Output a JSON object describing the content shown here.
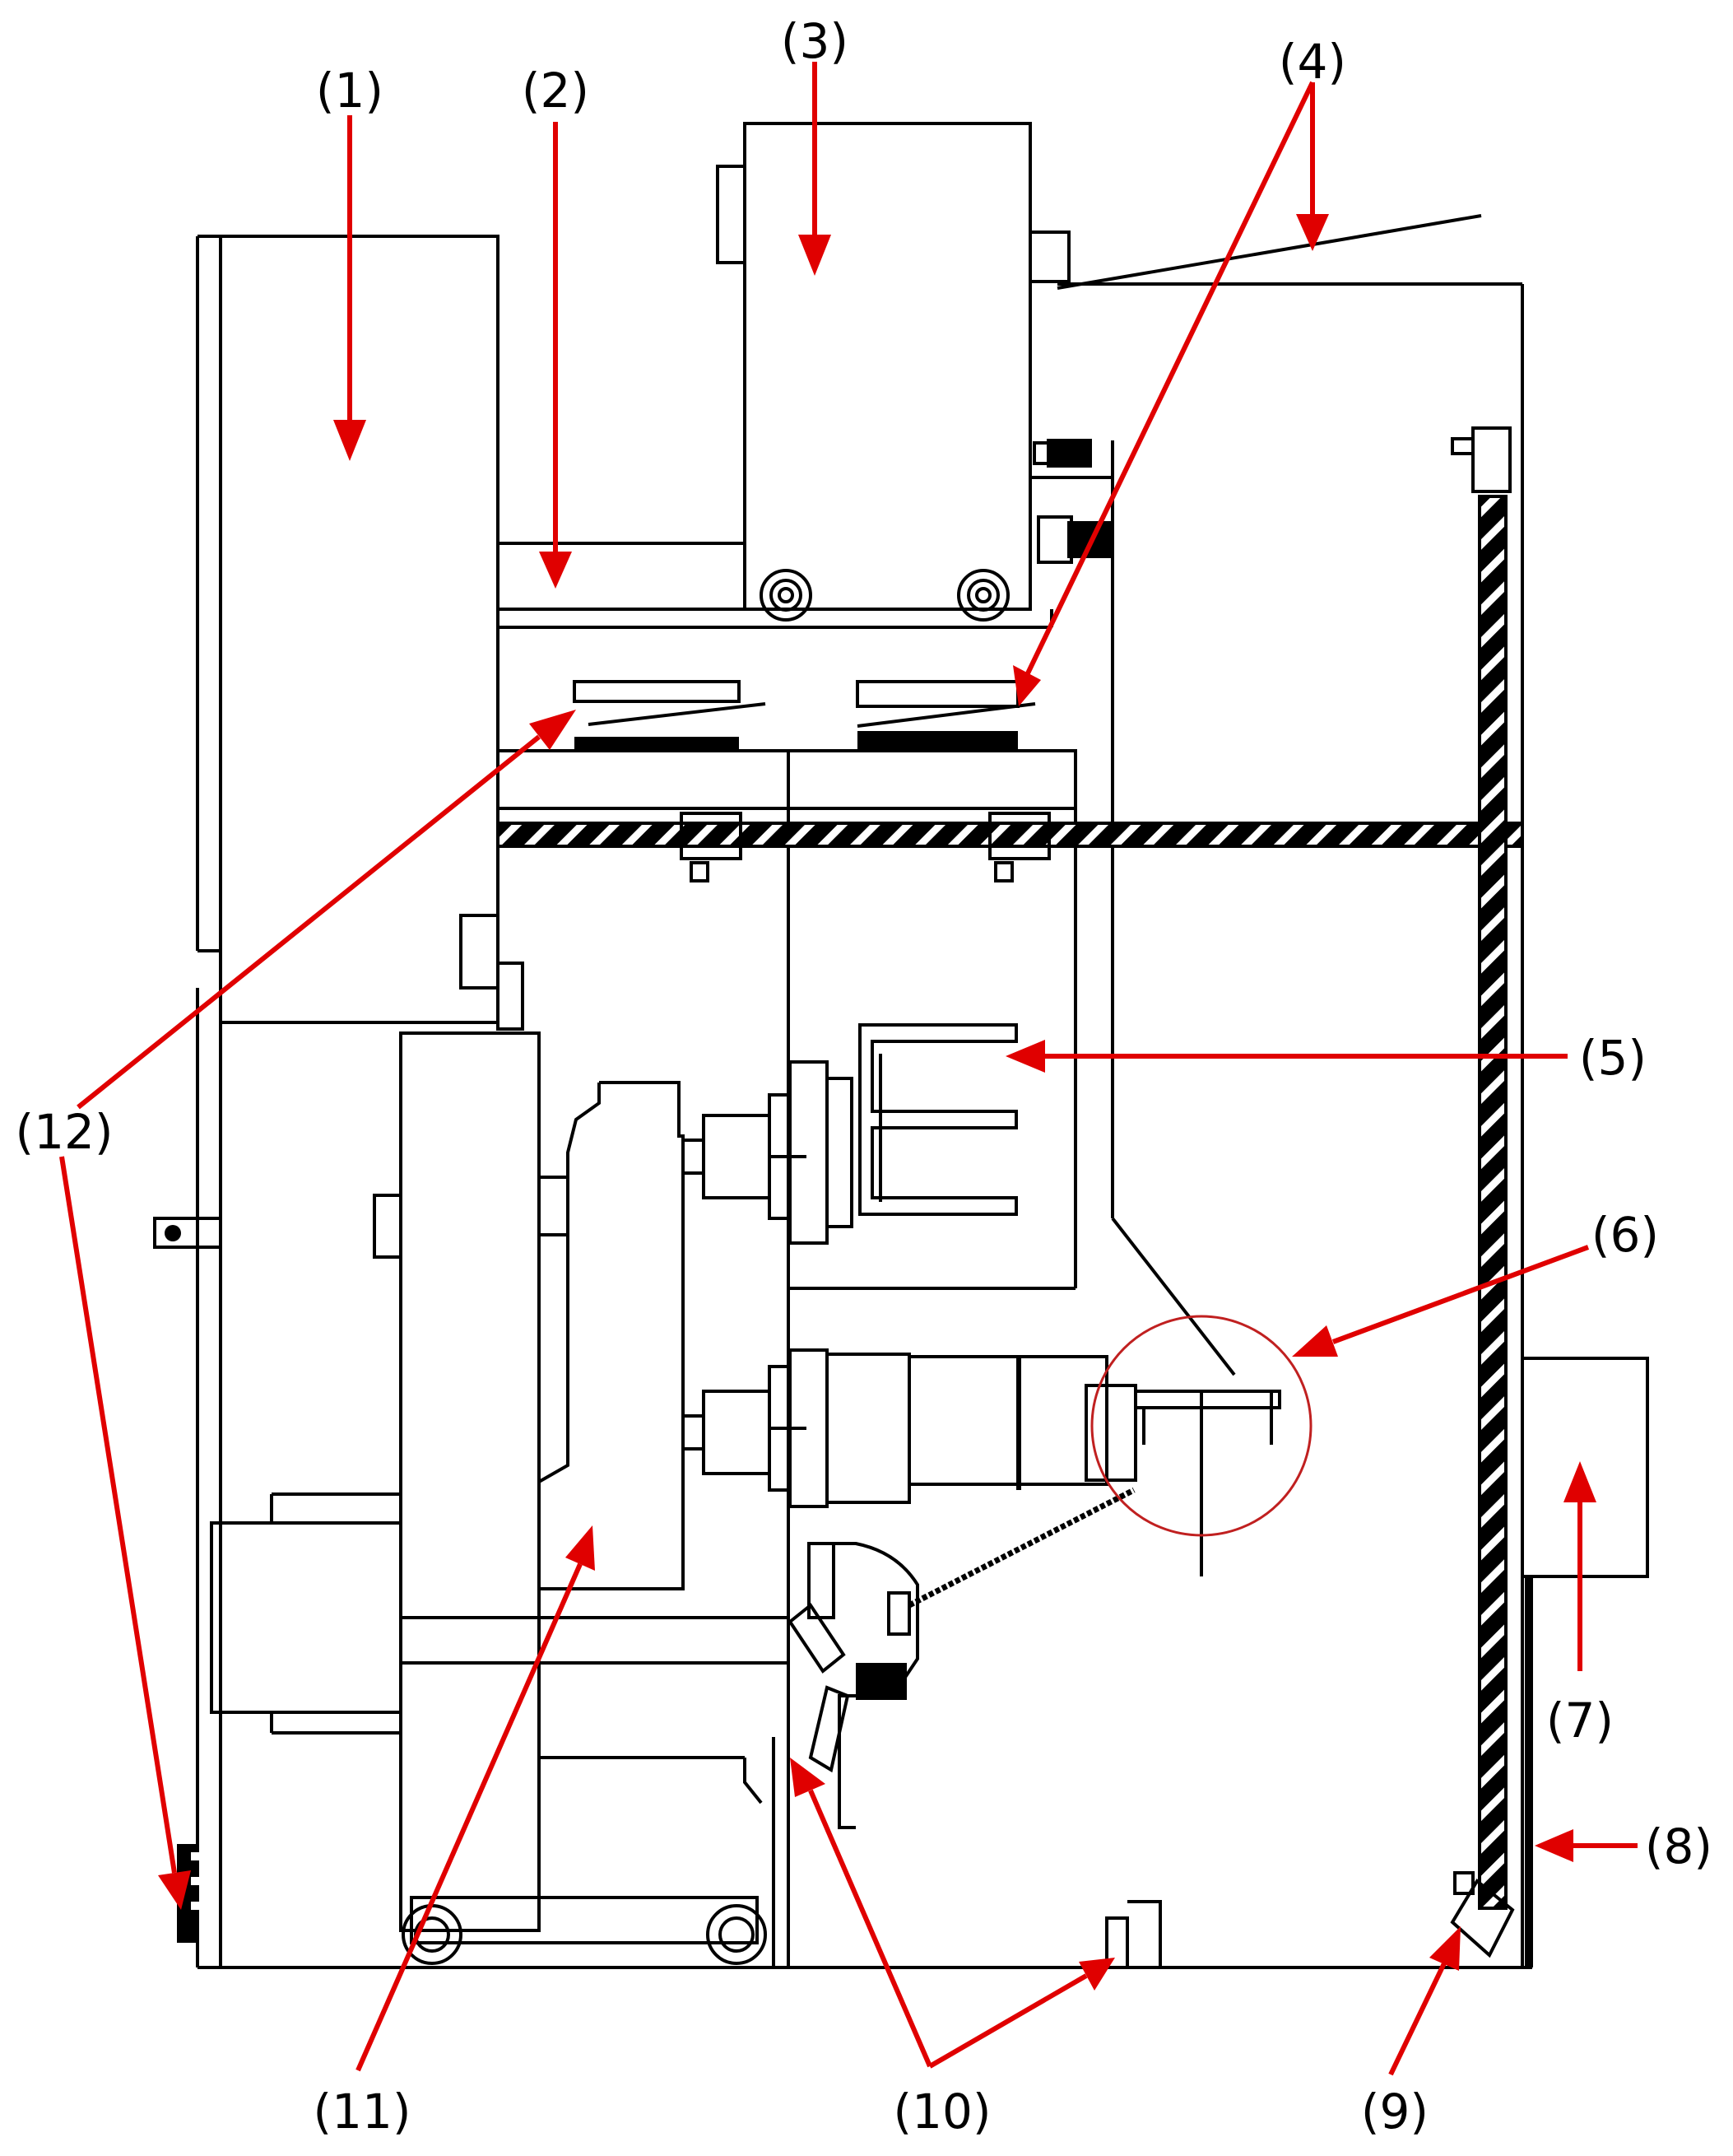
{
  "labels": [
    "(1)",
    "(2)",
    "(3)",
    "(4)",
    "(5)",
    "(6)",
    "(7)",
    "(8)",
    "(9)",
    "(10)",
    "(11)",
    "(12)"
  ],
  "colors": {
    "line": "#000000",
    "arrow": "#e00000",
    "circle": "#c02020",
    "background": "#ffffff"
  }
}
